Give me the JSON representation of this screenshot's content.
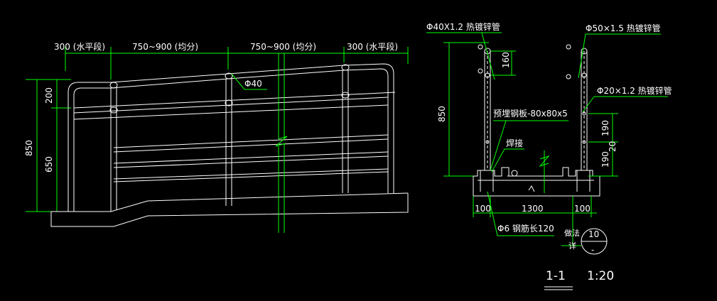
{
  "elevation": {
    "dims_top": [
      "300 (水平段)",
      "750~900 (均分)",
      "750~900 (均分)",
      "300 (水平段)"
    ],
    "dims_left": [
      "200",
      "650",
      "850"
    ],
    "rail_label": "Φ40"
  },
  "section": {
    "pipe_top_left": "Φ40X1.2 热镀锌管",
    "pipe_top_right": "Φ50×1.5 热镀锌管",
    "pipe_mid_right": "Φ20×1.2 热镀锌管",
    "plate": "预埋钢板-80x80x5",
    "weld": "焊接",
    "rebar": "Φ6 钢筋长120",
    "dims_left": [
      "160",
      "850"
    ],
    "dims_right": [
      "190",
      "190",
      "20"
    ],
    "dims_bottom": [
      "100",
      "1300",
      "100"
    ],
    "side_note": "做法",
    "side_note2": "详",
    "detail_num": "10",
    "detail_sheet": "-",
    "title": "1-1",
    "scale": "1:20"
  }
}
